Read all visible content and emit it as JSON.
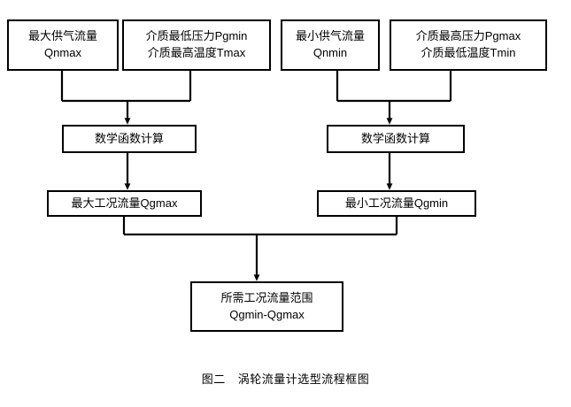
{
  "figure": {
    "caption_number": "图二",
    "caption_title": "涡轮流量计选型流程框图",
    "diagram_type": "flowchart",
    "line_color": "#000000",
    "background_color": "#ffffff"
  },
  "nodes": {
    "max_supply_flow": {
      "line1": "最大供气流量",
      "line2": "Qnmax"
    },
    "min_pressure_max_temp": {
      "line1": "介质最低压力Pgmin",
      "line2": "介质最高温度Tmax"
    },
    "min_supply_flow": {
      "line1": "最小供气流量",
      "line2": "Qnmin"
    },
    "max_pressure_min_temp": {
      "line1": "介质最高压力Pgmax",
      "line2": "介质最低温度Tmin"
    },
    "math_calc_left": {
      "line1": "数学函数计算"
    },
    "math_calc_right": {
      "line1": "数学函数计算"
    },
    "max_working_flow": {
      "line1": "最大工况流量Qgmax"
    },
    "min_working_flow": {
      "line1": "最小工况流量Qgmin"
    },
    "required_flow_range": {
      "line1": "所需工况流量范围",
      "line2": "Qgmin-Qgmax"
    }
  },
  "connectors": [
    {
      "name": "max-supply-to-merge-left",
      "from": "max_supply_flow",
      "to": "math_calc_left"
    },
    {
      "name": "min-pressure-to-merge-left",
      "from": "min_pressure_max_temp",
      "to": "math_calc_left"
    },
    {
      "name": "min-supply-to-merge-right",
      "from": "min_supply_flow",
      "to": "math_calc_right"
    },
    {
      "name": "max-pressure-to-merge-right",
      "from": "max_pressure_min_temp",
      "to": "math_calc_right"
    },
    {
      "name": "math-left-to-max-working",
      "from": "math_calc_left",
      "to": "max_working_flow"
    },
    {
      "name": "math-right-to-min-working",
      "from": "math_calc_right",
      "to": "min_working_flow"
    },
    {
      "name": "max-working-to-range",
      "from": "max_working_flow",
      "to": "required_flow_range"
    },
    {
      "name": "min-working-to-range",
      "from": "min_working_flow",
      "to": "required_flow_range"
    }
  ]
}
